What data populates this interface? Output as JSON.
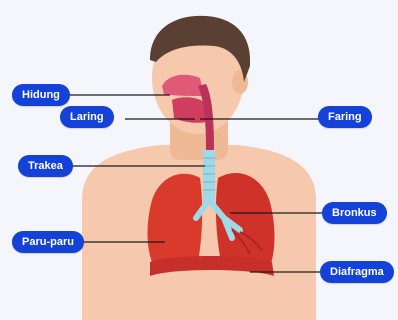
{
  "labels": {
    "hidung": "Hidung",
    "laring": "Laring",
    "faring": "Faring",
    "trakea": "Trakea",
    "paru_paru": "Paru-paru",
    "bronkus": "Bronkus",
    "diafragma": "Diafragma"
  },
  "colors": {
    "label_bg": "#1442d8",
    "label_text": "#ffffff",
    "skin": "#f6c9ae",
    "hair": "#5a3f33",
    "lung": "#d83a2c",
    "trachea": "#9fd8e6",
    "diaphragm": "#c7302a"
  }
}
